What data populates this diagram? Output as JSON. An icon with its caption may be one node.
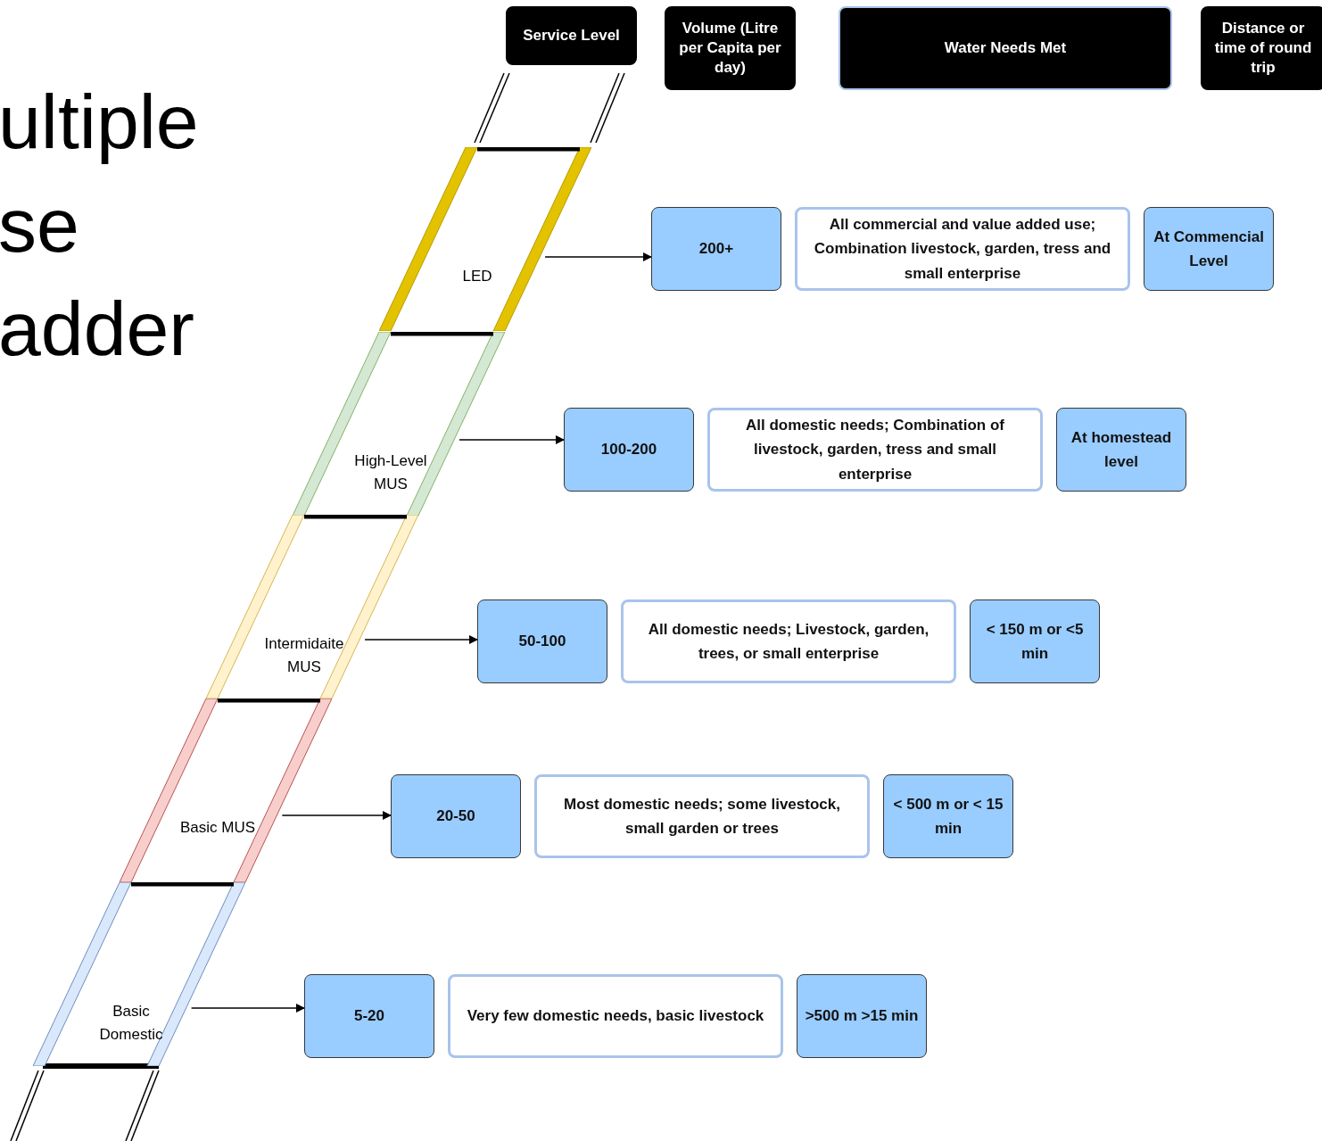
{
  "diagram": {
    "title": "ultiple se adder",
    "nodes": [
      {
        "text": [
          "Service Level"
        ]
      },
      {
        "text": [
          "Volume (Litre per Capita per day)"
        ]
      },
      {
        "text": [
          "Water Needs Met"
        ]
      },
      {
        "text": [
          "Distance or time of round trip"
        ]
      },
      {
        "text": [
          "LED"
        ]
      },
      {
        "text": [
          "High-Level MUS"
        ]
      },
      {
        "text": [
          "Intermidaite MUS"
        ]
      },
      {
        "text": [
          "Basic MUS"
        ]
      },
      {
        "text": [
          "Basic Domestic"
        ]
      },
      {
        "text": [
          "200+"
        ]
      },
      {
        "text": [
          "All commercial  and value added use; Combination  livestock, garden, tress and small enterprise"
        ]
      },
      {
        "text": [
          "At Commencial Level"
        ]
      },
      {
        "text": [
          "100-200"
        ]
      },
      {
        "text": [
          "All domestic needs; Combination of livestock, garden, tress and small enterprise"
        ]
      },
      {
        "text": [
          "At homestead level"
        ]
      },
      {
        "text": [
          "50-100"
        ]
      },
      {
        "text": [
          "All domestic needs; Livestock, garden, trees, or small enterprise"
        ]
      },
      {
        "text": [
          "< 150 m or <5 min"
        ]
      },
      {
        "text": [
          "20-50"
        ]
      },
      {
        "text": [
          "Most domestic needs; some livestock, small garden or trees"
        ]
      },
      {
        "text": [
          "< 500 m or < 15 min"
        ]
      },
      {
        "text": [
          "5-20"
        ]
      },
      {
        "text": [
          "Very few domestic needs, basic livestock"
        ]
      },
      {
        "text": [
          ">500 m >15 min"
        ]
      }
    ],
    "edges": [
      {
        "from": 4,
        "to": 9,
        "arrow": "to"
      },
      {
        "from": 5,
        "to": 12,
        "arrow": "to"
      },
      {
        "from": 6,
        "to": 15,
        "arrow": "to"
      },
      {
        "from": 7,
        "to": 18,
        "arrow": "to"
      },
      {
        "from": 8,
        "to": 21,
        "arrow": "to"
      }
    ]
  }
}
